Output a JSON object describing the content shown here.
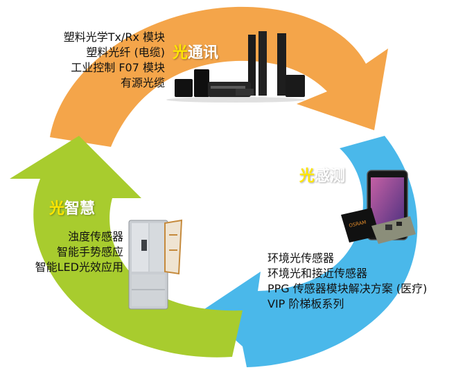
{
  "segments": {
    "communication": {
      "title_prefix": "光",
      "title_rest": "通讯",
      "color": "#f4a54a",
      "items": [
        "塑料光学Tx/Rx 模块",
        "塑料光纤 (电缆)",
        "工业控制 F07 模块",
        "有源光缆"
      ],
      "icon": "home-theater-system-icon"
    },
    "sensing": {
      "title_prefix": "光",
      "title_rest": "感测",
      "color": "#4ab8ea",
      "items": [
        "环境光传感器",
        "环境光和接近传感器",
        "PPG 传感器模块解决方案 (医疗)",
        "VIP 阶梯板系列"
      ],
      "icon": "smartphone-and-chip-icon"
    },
    "smart": {
      "title_prefix": "光",
      "title_rest": "智慧",
      "color": "#a8cc2e",
      "items": [
        "浊度传感器",
        "智能手势感应",
        "智能LED光效应用"
      ],
      "icon": "refrigerator-icon"
    }
  },
  "highlight_color": "#ffe600"
}
